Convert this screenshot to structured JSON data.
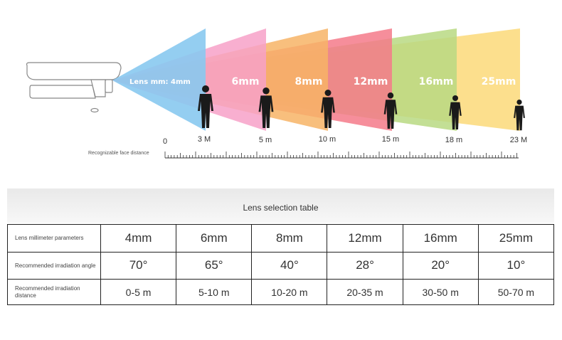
{
  "diagram": {
    "lens_labels": [
      {
        "label": "Lens mm: 4mm",
        "color": "#7fc9ee"
      },
      {
        "label": "6mm",
        "color": "#f49bc4"
      },
      {
        "label": "8mm",
        "color": "#f5a030"
      },
      {
        "label": "12mm",
        "color": "#f06060"
      },
      {
        "label": "16mm",
        "color": "#a4cc66"
      },
      {
        "label": "25mm",
        "color": "#f8cf6a"
      }
    ],
    "origin_label": "0",
    "distance_labels": [
      "3 M",
      "5 m",
      "10 m",
      "15 m",
      "18 m",
      "23 M"
    ],
    "scale_caption": "Recognizable face distance"
  },
  "table": {
    "title": "Lens selection table",
    "rows": [
      {
        "label": "Lens millimeter parameters",
        "values": [
          "4mm",
          "6mm",
          "8mm",
          "12mm",
          "16mm",
          "25mm"
        ]
      },
      {
        "label": "Recommended irradiation angle",
        "values": [
          "70°",
          "65°",
          "40°",
          "28°",
          "20°",
          "10°"
        ]
      },
      {
        "label": "Recommended irradiation distance",
        "values": [
          "0-5 m",
          "5-10 m",
          "10-20 m",
          "20-35 m",
          "30-50 m",
          "50-70 m"
        ]
      }
    ]
  }
}
